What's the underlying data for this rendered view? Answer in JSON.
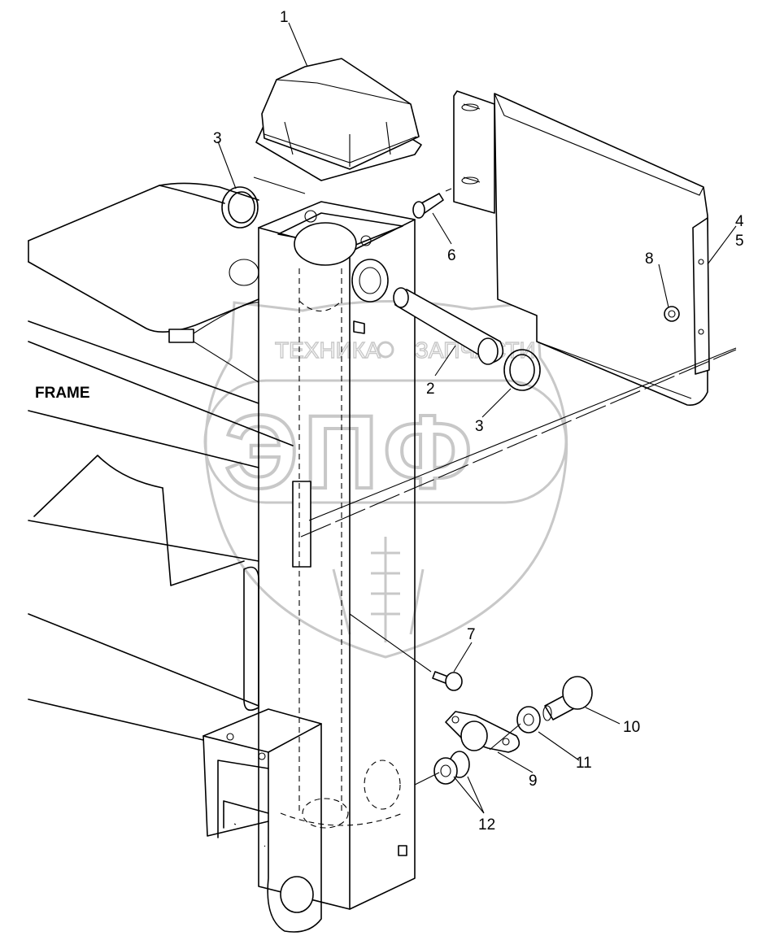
{
  "frame_label": "FRAME",
  "watermark": {
    "line1": "ТЕХНИКА",
    "line2": "ЗАПЧАСТИ",
    "letters": "ЭПФ"
  },
  "callouts": [
    {
      "id": "c1",
      "text": "1"
    },
    {
      "id": "c2",
      "text": "2"
    },
    {
      "id": "c3a",
      "text": "3"
    },
    {
      "id": "c3b",
      "text": "3"
    },
    {
      "id": "c4",
      "text": "4"
    },
    {
      "id": "c5",
      "text": "5"
    },
    {
      "id": "c6",
      "text": "6"
    },
    {
      "id": "c7",
      "text": "7"
    },
    {
      "id": "c8",
      "text": "8"
    },
    {
      "id": "c9",
      "text": "9"
    },
    {
      "id": "c10",
      "text": "10"
    },
    {
      "id": "c11",
      "text": "11"
    },
    {
      "id": "c12",
      "text": "12"
    }
  ]
}
